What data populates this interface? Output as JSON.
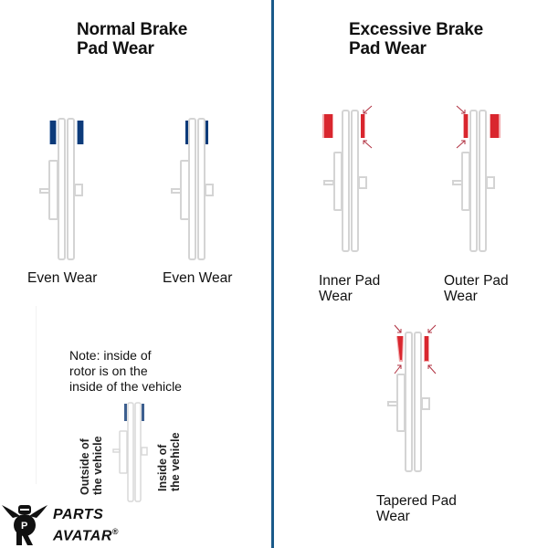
{
  "colors": {
    "divider": "#1a5a8a",
    "normal_pad": "#0d3b7a",
    "excessive_pad": "#d9262e",
    "rotor_outline": "#d6d6d6",
    "arrow": "#b03040"
  },
  "left_panel": {
    "title_line1": "Normal Brake",
    "title_line2": "Pad Wear",
    "figures": [
      {
        "label": "Even Wear",
        "pad_state": "thick"
      },
      {
        "label": "Even Wear",
        "pad_state": "thin"
      }
    ],
    "note": {
      "line1": "Note: inside of",
      "line2": "rotor is on the",
      "line3": "inside of the vehicle"
    },
    "orientation": {
      "outside_line1": "Outside of",
      "outside_line2": "the vehicle",
      "inside_line1": "Inside of",
      "inside_line2": "the vehicle"
    }
  },
  "right_panel": {
    "title_line1": "Excessive Brake",
    "title_line2": "Pad Wear",
    "figures": [
      {
        "label_line1": "Inner Pad",
        "label_line2": "Wear"
      },
      {
        "label_line1": "Outer Pad",
        "label_line2": "Wear"
      },
      {
        "label_line1": "Tapered Pad",
        "label_line2": "Wear"
      }
    ]
  },
  "logo": {
    "line1": "PARTS",
    "line2": "AVATAR",
    "registered": "®"
  }
}
